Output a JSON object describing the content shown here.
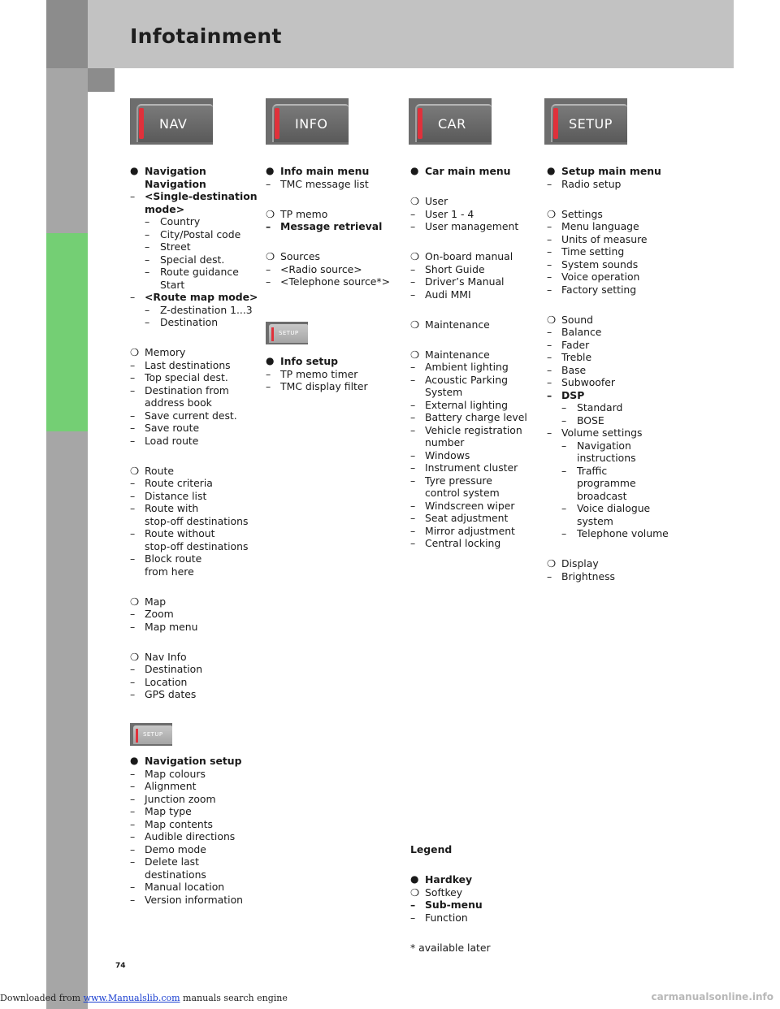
{
  "page": {
    "title": "Infotainment",
    "page_number": "74",
    "footer": {
      "downloaded_prefix": "Downloaded from ",
      "link_text": "www.Manualslib.com",
      "suffix": " manuals search engine",
      "watermark": "carmanualsonline.info"
    }
  },
  "hardkeys": [
    {
      "label": "NAV",
      "icon": "nav-hardkey-icon"
    },
    {
      "label": "INFO",
      "icon": "info-hardkey-icon"
    },
    {
      "label": "CAR",
      "icon": "car-hardkey-icon"
    },
    {
      "label": "SETUP",
      "icon": "setup-hardkey-icon"
    }
  ],
  "softkeys": {
    "info_setup": "SETUP",
    "nav_setup": "SETUP"
  },
  "markers": {
    "hardkey": "●",
    "softkey": "❍",
    "dash": "–"
  },
  "col1": [
    {
      "lvl": 0,
      "mk": "●",
      "text": "Navigation",
      "bold": true
    },
    {
      "lvl": 0,
      "mk": "",
      "text": "Navigation",
      "bold": true
    },
    {
      "lvl": 0,
      "mk": "–",
      "text": "<Single-destination",
      "bold": true
    },
    {
      "lvl": 0,
      "mk": "",
      "text": "mode>",
      "bold": true
    },
    {
      "lvl": 1,
      "mk": "–",
      "text": "Country"
    },
    {
      "lvl": 1,
      "mk": "–",
      "text": "City/Postal code"
    },
    {
      "lvl": 1,
      "mk": "–",
      "text": "Street"
    },
    {
      "lvl": 1,
      "mk": "–",
      "text": "Special dest."
    },
    {
      "lvl": 1,
      "mk": "–",
      "text": "Route guidance"
    },
    {
      "lvl": 1,
      "mk": "",
      "text": "Start"
    },
    {
      "lvl": 0,
      "mk": "–",
      "text": "<Route map mode>",
      "bold": true
    },
    {
      "lvl": 1,
      "mk": "–",
      "text": "Z-destination 1...3"
    },
    {
      "lvl": 1,
      "mk": "–",
      "text": "Destination"
    },
    {
      "gap": true
    },
    {
      "lvl": 0,
      "mk": "❍",
      "text": "Memory"
    },
    {
      "lvl": 0,
      "mk": "–",
      "text": "Last destinations"
    },
    {
      "lvl": 0,
      "mk": "–",
      "text": "Top special dest."
    },
    {
      "lvl": 0,
      "mk": "–",
      "text": "Destination from"
    },
    {
      "lvl": 0,
      "mk": "",
      "text": "address book"
    },
    {
      "lvl": 0,
      "mk": "–",
      "text": "Save current dest."
    },
    {
      "lvl": 0,
      "mk": "–",
      "text": "Save route"
    },
    {
      "lvl": 0,
      "mk": "–",
      "text": "Load route"
    },
    {
      "gap": true
    },
    {
      "lvl": 0,
      "mk": "❍",
      "text": "Route"
    },
    {
      "lvl": 0,
      "mk": "–",
      "text": "Route criteria"
    },
    {
      "lvl": 0,
      "mk": "–",
      "text": "Distance list"
    },
    {
      "lvl": 0,
      "mk": "–",
      "text": "Route with"
    },
    {
      "lvl": 0,
      "mk": "",
      "text": "stop-off destinations"
    },
    {
      "lvl": 0,
      "mk": "–",
      "text": "Route without"
    },
    {
      "lvl": 0,
      "mk": "",
      "text": "stop-off destinations"
    },
    {
      "lvl": 0,
      "mk": "–",
      "text": "Block route"
    },
    {
      "lvl": 0,
      "mk": "",
      "text": "from here"
    },
    {
      "gap": true
    },
    {
      "lvl": 0,
      "mk": "❍",
      "text": "Map"
    },
    {
      "lvl": 0,
      "mk": "–",
      "text": "Zoom"
    },
    {
      "lvl": 0,
      "mk": "–",
      "text": "Map menu"
    },
    {
      "gap": true
    },
    {
      "lvl": 0,
      "mk": "❍",
      "text": "Nav Info"
    },
    {
      "lvl": 0,
      "mk": "–",
      "text": "Destination"
    },
    {
      "lvl": 0,
      "mk": "–",
      "text": "Location"
    },
    {
      "lvl": 0,
      "mk": "–",
      "text": "GPS dates"
    }
  ],
  "col1b": [
    {
      "lvl": 0,
      "mk": "●",
      "text": "Navigation setup",
      "bold": true
    },
    {
      "lvl": 0,
      "mk": "–",
      "text": "Map colours"
    },
    {
      "lvl": 0,
      "mk": "–",
      "text": "Alignment"
    },
    {
      "lvl": 0,
      "mk": "–",
      "text": "Junction zoom"
    },
    {
      "lvl": 0,
      "mk": "–",
      "text": "Map type"
    },
    {
      "lvl": 0,
      "mk": "–",
      "text": "Map contents"
    },
    {
      "lvl": 0,
      "mk": "–",
      "text": "Audible directions"
    },
    {
      "lvl": 0,
      "mk": "–",
      "text": "Demo mode"
    },
    {
      "lvl": 0,
      "mk": "–",
      "text": "Delete last"
    },
    {
      "lvl": 0,
      "mk": "",
      "text": "destinations"
    },
    {
      "lvl": 0,
      "mk": "–",
      "text": "Manual location"
    },
    {
      "lvl": 0,
      "mk": "–",
      "text": "Version information"
    }
  ],
  "col2": [
    {
      "lvl": 0,
      "mk": "●",
      "text": "Info main menu",
      "bold": true
    },
    {
      "lvl": 0,
      "mk": "–",
      "text": "TMC message list"
    },
    {
      "gap": true
    },
    {
      "lvl": 0,
      "mk": "❍",
      "text": "TP memo"
    },
    {
      "lvl": 0,
      "mk": "–",
      "text": "Message retrieval",
      "bold": true,
      "mkbold": true
    },
    {
      "gap": true
    },
    {
      "lvl": 0,
      "mk": "❍",
      "text": "Sources"
    },
    {
      "lvl": 0,
      "mk": "–",
      "text": "<Radio source>"
    },
    {
      "lvl": 0,
      "mk": "–",
      "text": "<Telephone source*>"
    }
  ],
  "col2b": [
    {
      "lvl": 0,
      "mk": "●",
      "text": "Info setup",
      "bold": true
    },
    {
      "lvl": 0,
      "mk": "–",
      "text": "TP memo timer"
    },
    {
      "lvl": 0,
      "mk": "–",
      "text": "TMC display filter"
    }
  ],
  "col3": [
    {
      "lvl": 0,
      "mk": "●",
      "text": "Car main menu",
      "bold": true
    },
    {
      "gap": true
    },
    {
      "lvl": 0,
      "mk": "❍",
      "text": "User"
    },
    {
      "lvl": 0,
      "mk": "–",
      "text": "User 1 - 4"
    },
    {
      "lvl": 0,
      "mk": "–",
      "text": "User management"
    },
    {
      "gap": true
    },
    {
      "lvl": 0,
      "mk": "❍",
      "text": "On-board manual"
    },
    {
      "lvl": 0,
      "mk": "–",
      "text": "Short Guide"
    },
    {
      "lvl": 0,
      "mk": "–",
      "text": "Driver’s Manual"
    },
    {
      "lvl": 0,
      "mk": "–",
      "text": "Audi MMI"
    },
    {
      "gap": true
    },
    {
      "lvl": 0,
      "mk": "❍",
      "text": "Maintenance"
    },
    {
      "gap": true
    },
    {
      "lvl": 0,
      "mk": "❍",
      "text": "Maintenance"
    },
    {
      "lvl": 0,
      "mk": "–",
      "text": "Ambient lighting"
    },
    {
      "lvl": 0,
      "mk": "–",
      "text": "Acoustic Parking"
    },
    {
      "lvl": 0,
      "mk": "",
      "text": "System"
    },
    {
      "lvl": 0,
      "mk": "–",
      "text": "External lighting"
    },
    {
      "lvl": 0,
      "mk": "–",
      "text": "Battery charge level"
    },
    {
      "lvl": 0,
      "mk": "–",
      "text": "Vehicle registration"
    },
    {
      "lvl": 0,
      "mk": "",
      "text": "number"
    },
    {
      "lvl": 0,
      "mk": "–",
      "text": "Windows"
    },
    {
      "lvl": 0,
      "mk": "–",
      "text": "Instrument cluster"
    },
    {
      "lvl": 0,
      "mk": "–",
      "text": "Tyre pressure"
    },
    {
      "lvl": 0,
      "mk": "",
      "text": "control system"
    },
    {
      "lvl": 0,
      "mk": "–",
      "text": "Windscreen wiper"
    },
    {
      "lvl": 0,
      "mk": "–",
      "text": "Seat adjustment"
    },
    {
      "lvl": 0,
      "mk": "–",
      "text": "Mirror adjustment"
    },
    {
      "lvl": 0,
      "mk": "–",
      "text": "Central locking"
    }
  ],
  "col4": [
    {
      "lvl": 0,
      "mk": "●",
      "text": "Setup main menu",
      "bold": true
    },
    {
      "lvl": 0,
      "mk": "–",
      "text": "Radio setup"
    },
    {
      "gap": true
    },
    {
      "lvl": 0,
      "mk": "❍",
      "text": "Settings"
    },
    {
      "lvl": 0,
      "mk": "–",
      "text": "Menu language"
    },
    {
      "lvl": 0,
      "mk": "–",
      "text": "Units of measure"
    },
    {
      "lvl": 0,
      "mk": "–",
      "text": "Time setting"
    },
    {
      "lvl": 0,
      "mk": "–",
      "text": "System sounds"
    },
    {
      "lvl": 0,
      "mk": "–",
      "text": "Voice operation"
    },
    {
      "lvl": 0,
      "mk": "–",
      "text": "Factory setting"
    },
    {
      "gap": true
    },
    {
      "lvl": 0,
      "mk": "❍",
      "text": "Sound"
    },
    {
      "lvl": 0,
      "mk": "–",
      "text": "Balance"
    },
    {
      "lvl": 0,
      "mk": "–",
      "text": "Fader"
    },
    {
      "lvl": 0,
      "mk": "–",
      "text": "Treble"
    },
    {
      "lvl": 0,
      "mk": "–",
      "text": "Base"
    },
    {
      "lvl": 0,
      "mk": "–",
      "text": "Subwoofer"
    },
    {
      "lvl": 0,
      "mk": "–",
      "text": "DSP",
      "bold": true,
      "mkbold": true
    },
    {
      "lvl": 1,
      "mk": "–",
      "text": "Standard"
    },
    {
      "lvl": 1,
      "mk": "–",
      "text": "BOSE"
    },
    {
      "lvl": 0,
      "mk": "–",
      "text": "Volume settings"
    },
    {
      "lvl": 1,
      "mk": "–",
      "text": "Navigation"
    },
    {
      "lvl": 1,
      "mk": "",
      "text": "instructions"
    },
    {
      "lvl": 1,
      "mk": "–",
      "text": "Traffic"
    },
    {
      "lvl": 1,
      "mk": "",
      "text": "programme"
    },
    {
      "lvl": 1,
      "mk": "",
      "text": "broadcast"
    },
    {
      "lvl": 1,
      "mk": "–",
      "text": "Voice dialogue"
    },
    {
      "lvl": 1,
      "mk": "",
      "text": "system"
    },
    {
      "lvl": 1,
      "mk": "–",
      "text": "Telephone volume"
    },
    {
      "gap": true
    },
    {
      "lvl": 0,
      "mk": "❍",
      "text": "Display"
    },
    {
      "lvl": 0,
      "mk": "–",
      "text": "Brightness"
    }
  ],
  "legend": [
    {
      "lvl": -1,
      "mk": "",
      "text": "Legend",
      "bold": true
    },
    {
      "gap": true
    },
    {
      "lvl": 0,
      "mk": "●",
      "text": "Hardkey",
      "bold": true
    },
    {
      "lvl": 0,
      "mk": "❍",
      "text": "Softkey"
    },
    {
      "lvl": 0,
      "mk": "–",
      "text": "Sub-menu",
      "bold": true,
      "mkbold": true
    },
    {
      "lvl": 0,
      "mk": "–",
      "text": "Function"
    },
    {
      "gap": true
    },
    {
      "lvl": -1,
      "mk": "",
      "text": "* available later"
    }
  ]
}
